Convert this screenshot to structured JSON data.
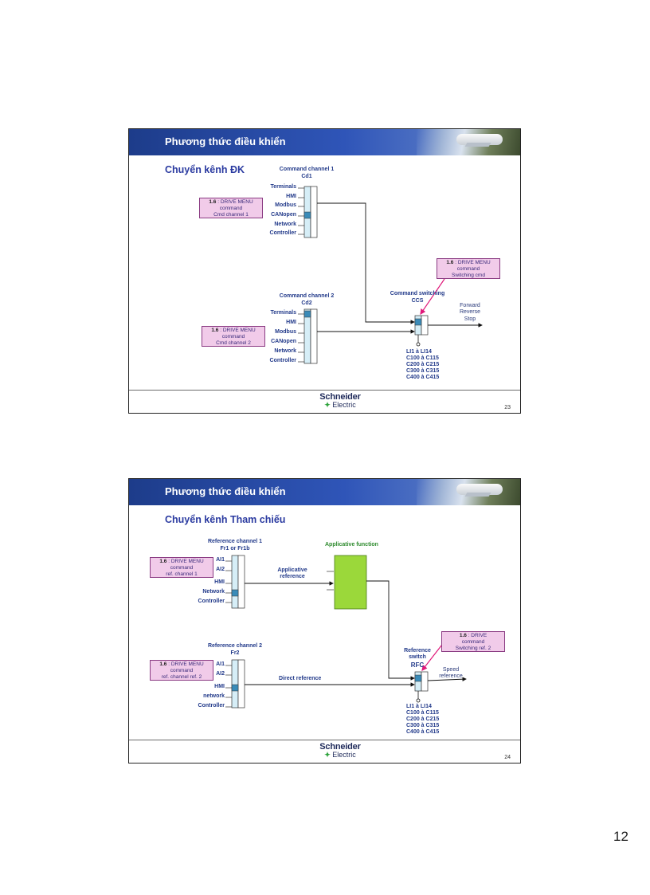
{
  "slides": [
    {
      "header_title": "Phương thức điều khiển",
      "subtitle": "Chuyển kênh ĐK",
      "channel1_title": "Command channel 1",
      "channel1_code": "Cd1",
      "channel1_inputs": [
        "Terminals",
        "HMI",
        "Modbus",
        "CANopen",
        "Network",
        "Controller"
      ],
      "menu1": {
        "bold": "1.6",
        "line1": ": DRIVE MENU",
        "line2": "command",
        "line3": "Cmd channel 1"
      },
      "channel2_title": "Command channel 2",
      "channel2_code": "Cd2",
      "channel2_inputs": [
        "Terminals",
        "HMI",
        "Modbus",
        "CANopen",
        "Network",
        "Controller"
      ],
      "menu2": {
        "bold": "1.6",
        "line1": ": DRIVE MENU",
        "line2": "command",
        "line3": "Cmd channel 2"
      },
      "menu3": {
        "bold": "1.6",
        "line1": ": DRIVE MENU",
        "line2": "command",
        "line3": "Switching cmd"
      },
      "switch_title": "Command switching",
      "switch_code": "CCS",
      "outputs": [
        "Forward",
        "Reverse",
        "Stop"
      ],
      "switch_sources": [
        "LI1 à LI14",
        "C100 à C115",
        "C200 à C215",
        "C300 à C315",
        "C400 à C415"
      ],
      "logo_top": "Schneider",
      "logo_bottom": "Electric",
      "page": "23"
    },
    {
      "header_title": "Phương thức điều khiển",
      "subtitle": "Chuyển kênh Tham chiếu",
      "channel1_title": "Reference channel 1",
      "channel1_code": "Fr1 or Fr1b",
      "channel1_inputs": [
        "AI1",
        "AI2",
        "HMI",
        "Network",
        "Controller"
      ],
      "menu1": {
        "bold": "1.6",
        "line1": ": DRIVE MENU",
        "line2": "command",
        "line3": "ref. channel 1"
      },
      "applicative_title": "Applicative function",
      "applicative_ref_line1": "Applicative",
      "applicative_ref_line2": "reference",
      "channel2_title": "Reference channel 2",
      "channel2_code": "Fr2",
      "channel2_inputs": [
        "AI1",
        "AI2",
        "HMI",
        "network",
        "Controller"
      ],
      "menu2": {
        "bold": "1.6",
        "line1": ": DRIVE MENU",
        "line2": "command",
        "line3": "ref. channel ref. 2"
      },
      "direct_ref": "Direct reference",
      "menu3": {
        "bold": "1.6",
        "line1": ": DRIVE",
        "line2": "command",
        "line3": "Switching ref. 2"
      },
      "switch_title_line1": "Reference",
      "switch_title_line2": "switch",
      "switch_code": "RFC",
      "output_line1": "Speed",
      "output_line2": "reference",
      "switch_sources": [
        "LI1 à LI14",
        "C100 à C115",
        "C200 à C215",
        "C300 à C315",
        "C400 à C415"
      ],
      "logo_top": "Schneider",
      "logo_bottom": "Electric",
      "page": "24"
    }
  ],
  "page_number": "12",
  "colors": {
    "header": "#1d3c8a",
    "box_fill": "#d6eef7",
    "selected": "#3a8bb8",
    "menu_fill": "#f1cbe9",
    "arrow_pink": "#e0197a",
    "applicative_green": "#9bd83a"
  }
}
